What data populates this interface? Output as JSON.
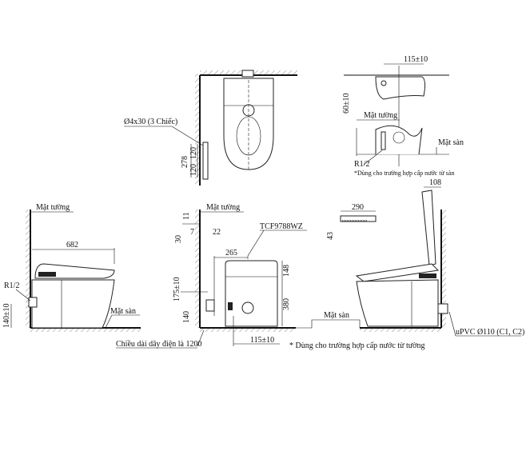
{
  "model": "TCF9788WZ",
  "labels": {
    "wall": "Mặt tường",
    "floor": "Mặt sàn",
    "r12": "R1/2",
    "screws": "Ø4x30 (3 Chiếc)",
    "cable_length": "Chiều dài dây điện là 1200",
    "note_wall_supply": "* Dùng cho trường hợp cấp nước từ tường",
    "note_floor_supply": "*Dùng cho trường hợp cấp nước từ sàn",
    "drain": "uPVC Ø110 (C1, C2)"
  },
  "dimensions": {
    "top_278": "278",
    "top_120a": "120",
    "top_120b": "120",
    "detail_115": "115±10",
    "detail_60": "60±10",
    "side_682": "682",
    "side_140": "140±10",
    "front_11": "11",
    "front_30": "30",
    "front_7": "7",
    "front_22": "22",
    "front_265": "265",
    "front_148": "148",
    "front_380": "380",
    "front_175": "175±10",
    "front_140": "140",
    "front_115": "115±10",
    "remote_290": "290",
    "remote_43": "43",
    "open_108": "108"
  }
}
